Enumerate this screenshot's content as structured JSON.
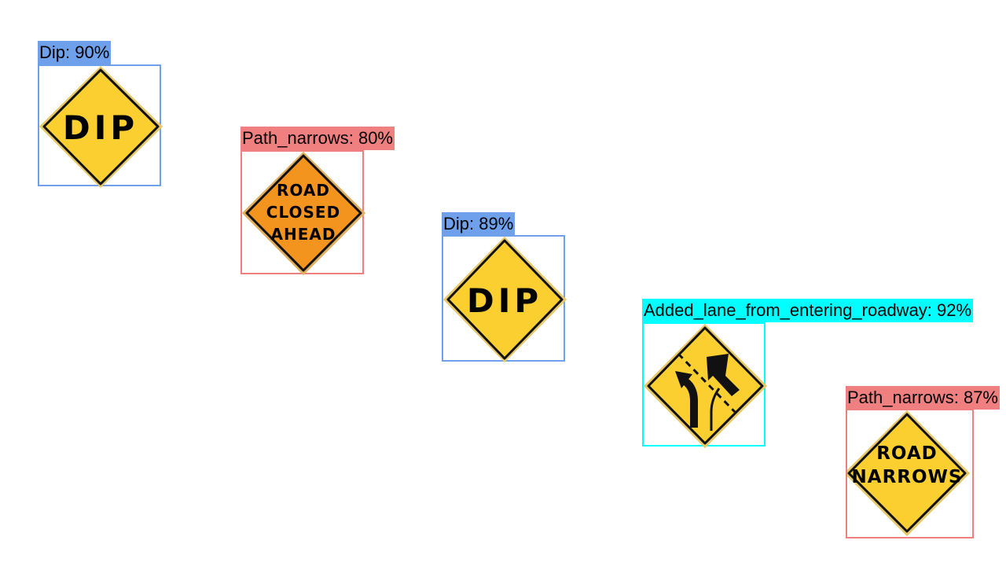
{
  "colors": {
    "dip": "#6ea0ec",
    "path_narrows": "#f08080",
    "added_lane": "#00ffff",
    "sign_yellow": "#fccf31",
    "sign_orange": "#f3941f"
  },
  "detections": [
    {
      "label": "Dip: 90%",
      "class": "Dip",
      "confidence": 90,
      "sign": {
        "type": "text",
        "lines": [
          "DIP"
        ],
        "icon": "dip-sign"
      }
    },
    {
      "label": "Path_narrows: 80%",
      "class": "Path_narrows",
      "confidence": 80,
      "sign": {
        "type": "text",
        "lines": [
          "ROAD",
          "CLOSED",
          "AHEAD"
        ],
        "icon": "road-closed-ahead-sign"
      }
    },
    {
      "label": "Dip: 89%",
      "class": "Dip",
      "confidence": 89,
      "sign": {
        "type": "text",
        "lines": [
          "DIP"
        ],
        "icon": "dip-sign"
      }
    },
    {
      "label": "Added_lane_from_entering_roadway: 92%",
      "class": "Added_lane_from_entering_roadway",
      "confidence": 92,
      "sign": {
        "type": "symbol",
        "icon": "added-lane-arrows-sign"
      }
    },
    {
      "label": "Path_narrows: 87%",
      "class": "Path_narrows",
      "confidence": 87,
      "sign": {
        "type": "text",
        "lines": [
          "ROAD",
          "NARROWS"
        ],
        "icon": "road-narrows-sign"
      }
    }
  ]
}
